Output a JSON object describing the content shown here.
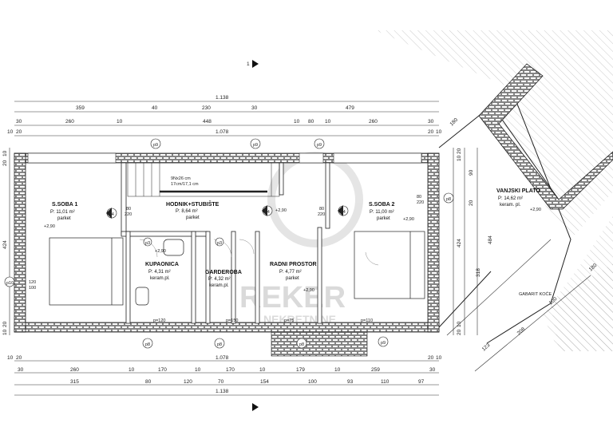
{
  "section_marker": "1",
  "dims_top": {
    "overall": "1.138",
    "row2": [
      "359",
      "40",
      "230",
      "30",
      "479"
    ],
    "row3": [
      "30",
      "260",
      "10",
      "448",
      "10",
      "80",
      "10",
      "260",
      "30"
    ],
    "row4": [
      "10",
      "20",
      "1.078",
      "20",
      "10"
    ],
    "diag": "180"
  },
  "dims_bottom": {
    "row1": [
      "10",
      "20",
      "1.078",
      "20",
      "10"
    ],
    "row2": [
      "30",
      "260",
      "10",
      "170",
      "10",
      "170",
      "10",
      "179",
      "10",
      "259",
      "30"
    ],
    "row3": [
      "315",
      "80",
      "120",
      "70",
      "154",
      "100",
      "93",
      "110",
      "97"
    ],
    "overall": "1.138"
  },
  "dims_left": [
    "10",
    "20",
    "424",
    "20",
    "10"
  ],
  "dims_right": [
    "10",
    "20",
    "90",
    "20",
    "424",
    "484",
    "318",
    "20",
    "10"
  ],
  "dims_diag": [
    "180",
    "123",
    "208",
    "100"
  ],
  "rooms": [
    {
      "name": "S.SOBA 1",
      "area": "P: 11,01 m²",
      "finish": "parket",
      "height": "+2,90"
    },
    {
      "name": "HODNIK+STUBIŠTE",
      "area": "P: 8,64 m²",
      "finish": "parket",
      "height": "+2,90"
    },
    {
      "name": "S.SOBA 2",
      "area": "P: 11,00 m²",
      "finish": "parket",
      "height": "+2,90"
    },
    {
      "name": "KUPAONICA",
      "area": "P: 4,31 m²",
      "finish": "keram.pl.",
      "height": "+2,90"
    },
    {
      "name": "GARDEROBA",
      "area": "P: 4,32 m²",
      "finish": "keram.pl.",
      "height": "+2,90"
    },
    {
      "name": "RADNI PROSTOR",
      "area": "P: 4,77 m²",
      "finish": "parket",
      "height": "+2,90"
    },
    {
      "name": "VANJSKI PLATO",
      "area": "P: 14,62 m²",
      "finish": "keram. pl.",
      "height": "+2,90"
    }
  ],
  "door_tags": [
    "v4",
    "v4",
    "v4"
  ],
  "window_tags": [
    "p9",
    "p9",
    "p9",
    "p10",
    "p8",
    "p8",
    "p8",
    "p8",
    "p9",
    "p3",
    "p3"
  ],
  "opening_sizes": [
    "80",
    "220",
    "80",
    "220",
    "120",
    "100",
    "80",
    "220"
  ],
  "parapet_labels": [
    "p=120",
    "p=150",
    "p=75",
    "p=110"
  ],
  "stair_note": [
    "9Nx26 cm",
    "17cm/17,1 cm"
  ],
  "terrain_label": "GABARIT KOĆE",
  "watermark": [
    "REKER",
    "NEKRETNINE"
  ]
}
